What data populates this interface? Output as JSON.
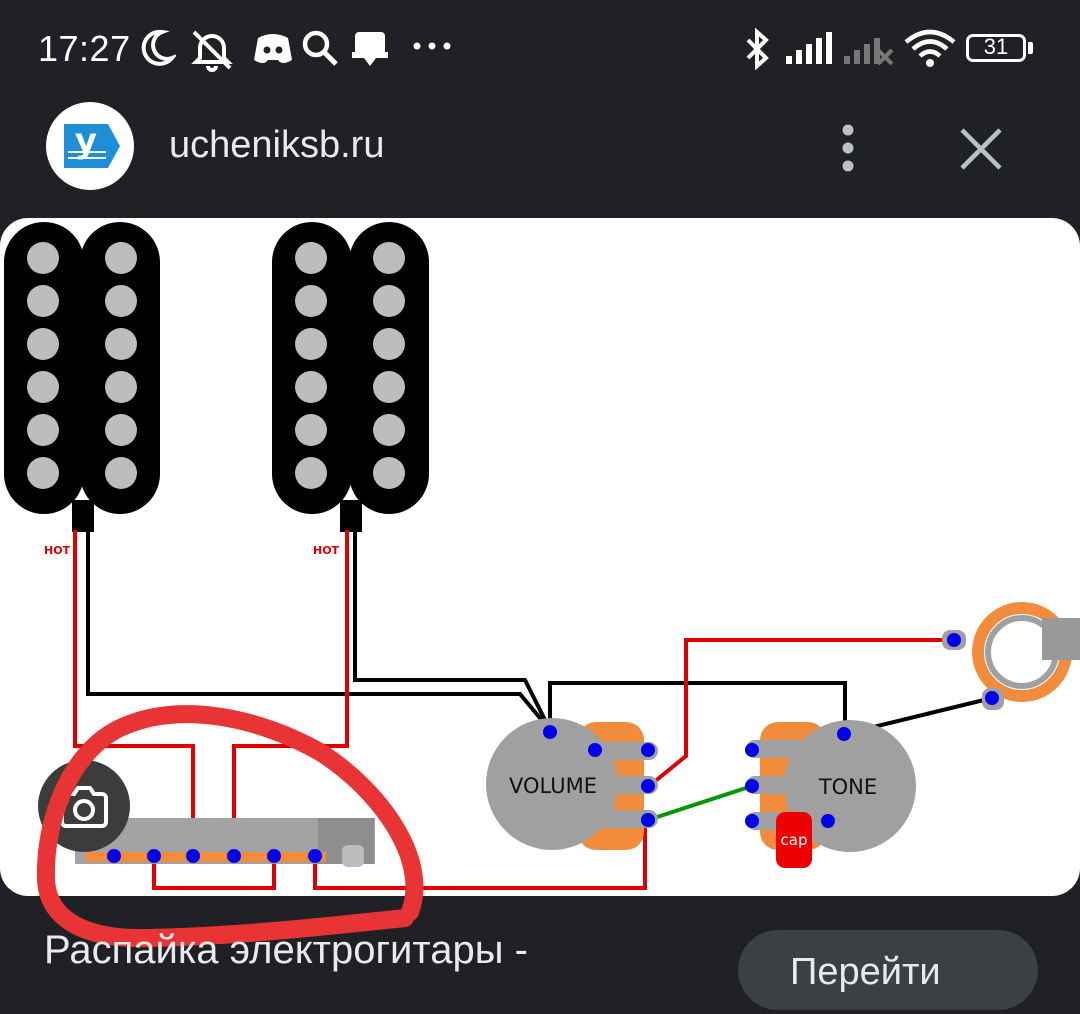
{
  "status_bar": {
    "time": "17:27",
    "battery": "31",
    "icons": [
      "moon-icon",
      "notifications-off-icon",
      "discord-icon",
      "search-icon",
      "download-icon",
      "more-dots-icon",
      "bluetooth-icon",
      "signal-icon",
      "signal-2-icon",
      "wifi-icon",
      "battery-icon"
    ]
  },
  "header": {
    "site": "ucheniksb.ru",
    "logo_letter": "у"
  },
  "diagram": {
    "hot_label_1": "HOT",
    "hot_label_2": "HOT",
    "volume_label": "VOLUME",
    "tone_label": "TONE",
    "cap_label": "cap"
  },
  "caption": {
    "text": "Распайка электрогитары -",
    "visit_label": "Перейти"
  },
  "colors": {
    "background": "#202124",
    "wire_red": "#e00000",
    "wire_black": "#000000",
    "wire_green": "#009900",
    "solder_blue": "#0000ee",
    "pot_gray": "#a0a0a0",
    "lug_orange": "#f08c3c",
    "annotation_red": "#e83434"
  }
}
